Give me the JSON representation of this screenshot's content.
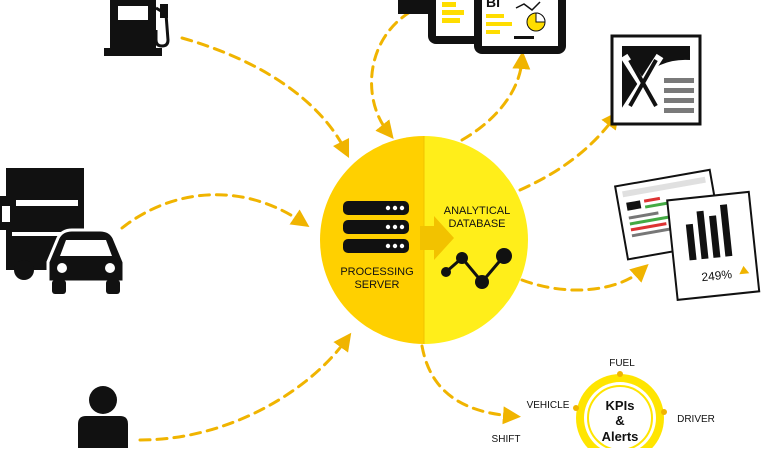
{
  "colors": {
    "accent": "#FFDD00",
    "accent_dark": "#F2C200",
    "arrow": "#F0B400",
    "ink": "#111111"
  },
  "center": {
    "left_label_line1": "PROCESSING",
    "left_label_line2": "SERVER",
    "right_label_line1": "ANALYTICAL",
    "right_label_line2": "DATABASE"
  },
  "tablet": {
    "bi_text": "BI"
  },
  "report": {
    "percent_text": "249%"
  },
  "kpi": {
    "title_line1": "KPIs",
    "title_line2": "&",
    "title_line3": "Alerts",
    "fuel": "FUEL",
    "vehicle": "VEHICLE",
    "driver": "DRIVER",
    "shift": "SHIFT"
  }
}
